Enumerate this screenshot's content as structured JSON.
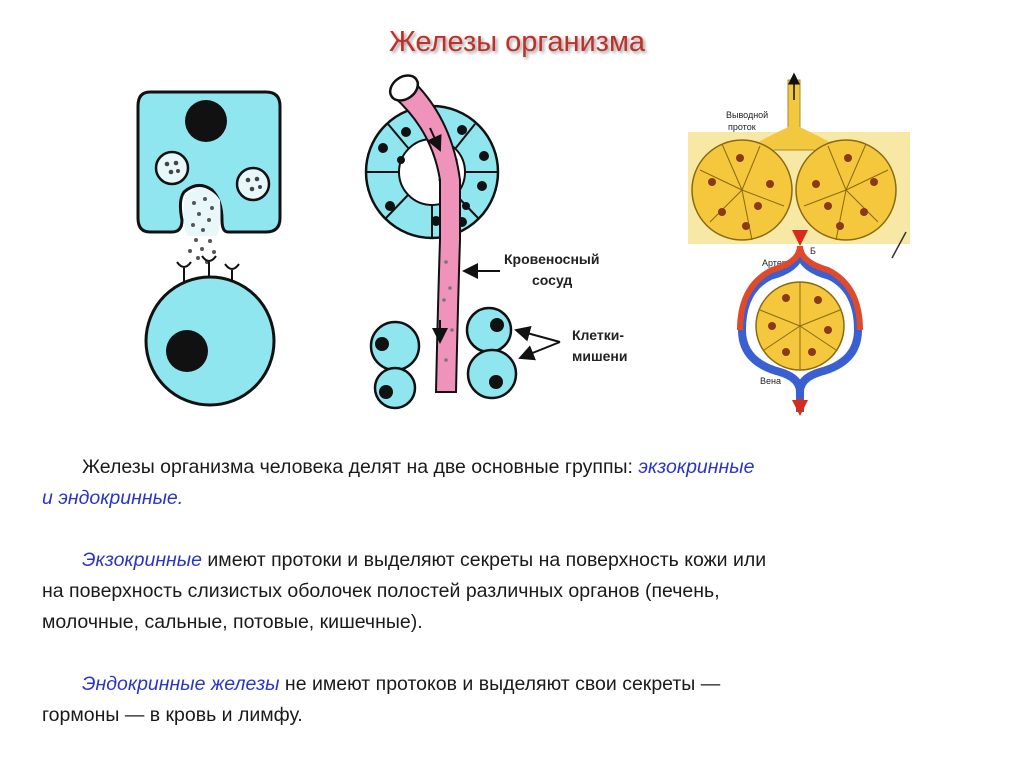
{
  "title": "Железы организма",
  "diagram": {
    "middle": {
      "vessel_label_line1": "Кровеносный",
      "vessel_label_line2": "сосуд",
      "targets_label_line1": "Клетки-",
      "targets_label_line2": "мишени"
    },
    "right": {
      "duct_label_line1": "Выводной",
      "duct_label_line2": "проток",
      "artery_label": "Артерия",
      "vein_label": "Вена",
      "letter_b": "Б"
    }
  },
  "text": {
    "p1_lead": "Железы организма человека делят на две основные группы: ",
    "p1_hl1": "экзокринные",
    "p1_line2_hl": "и эндокринные",
    "p1_end": ".",
    "p2_hl": "Экзокринные",
    "p2_rest": " имеют протоки и выделяют секреты на поверхность кожи или",
    "p2_line2": "на поверхность слизистых оболочек полостей различных органов (печень,",
    "p2_line3": "молочные, сальные, потовые, кишечные).",
    "p3_hl": "Эндокринные железы",
    "p3_rest": " не имеют протоков и выделяют свои секреты —",
    "p3_line2": "гормоны — в кровь и лимфу."
  }
}
